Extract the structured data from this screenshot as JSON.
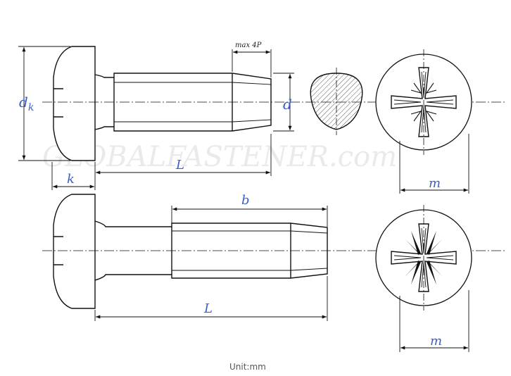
{
  "labels": {
    "dk_main": "d",
    "dk_sub": "k",
    "k": "k",
    "L_top": "L",
    "L_bottom": "L",
    "d": "d",
    "b": "b",
    "m_top": "m",
    "m_bottom": "m",
    "max4p": "max 4P"
  },
  "watermark": "GLOBALFASTENER.com",
  "unit_note": "Unit:mm",
  "colors": {
    "line": "#111111",
    "dimension_text": "#3a5fcd",
    "watermark": "#d9d9d9"
  }
}
